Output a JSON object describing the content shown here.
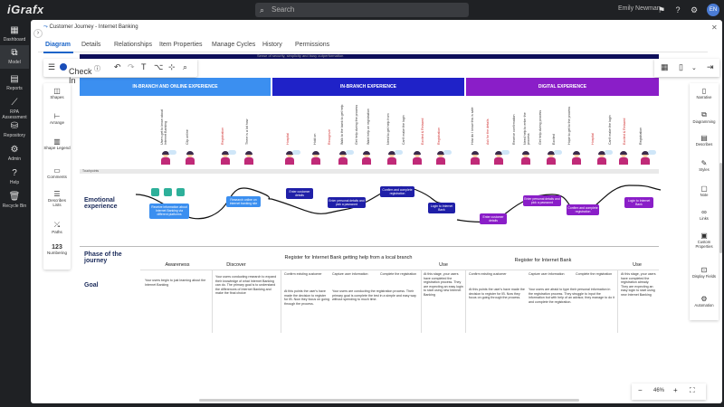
{
  "app": {
    "logo": "iGrafx",
    "search_placeholder": "Search",
    "user": "Emily Newman",
    "avatar": "EN"
  },
  "nav": [
    {
      "label": "Dashboard",
      "icon": "grid-icon"
    },
    {
      "label": "Model",
      "icon": "model-icon"
    },
    {
      "label": "Reports",
      "icon": "reports-icon"
    },
    {
      "label": "RPA Assessment",
      "icon": "rpa-icon"
    },
    {
      "label": "Repository",
      "icon": "repository-icon"
    },
    {
      "label": "Admin",
      "icon": "admin-icon"
    },
    {
      "label": "Help",
      "icon": "help-icon"
    },
    {
      "label": "Recycle Bin",
      "icon": "trash-icon"
    }
  ],
  "doc": {
    "title": "Customer Journey - Internet Banking"
  },
  "tabs": [
    "Diagram",
    "Details",
    "Relationships",
    "Item Properties",
    "Manage Cycles",
    "History",
    "Permissions"
  ],
  "toolbar": {
    "checkin": "Check In"
  },
  "left_panel": [
    "Shapes",
    "Arrange",
    "Shape Legend",
    "Comments",
    "Describes Lists",
    "Paths",
    "Numbering"
  ],
  "right_panel": [
    "Narrative",
    "Diagramming",
    "Describes",
    "Styles",
    "Note",
    "Links",
    "Custom Properties",
    "Display Fields",
    "Automation"
  ],
  "canvas": {
    "header_text": "Sense of security, simplicity and busy outperformation",
    "bands": [
      "IN-BRANCH AND ONLINE EXPERIENCE",
      "IN-BRANCH EXPERIENCE",
      "DIGITAL EXPERIENCE"
    ],
    "touchpoints_label": "Touchpoints",
    "emotional_label": "Emotional experience",
    "phase_label": "Phase of the journey",
    "goal_label": "Goal",
    "phases": [
      "Awareness",
      "Discover",
      "Register for Internet Bank getting help from a local branch",
      "Use",
      "Register for Internet Bank",
      "Use"
    ],
    "boxes": [
      "Receive information about Internet Banking via different platforms",
      "Research online on Internet banking site",
      "Enter customer details",
      "Enter personal details and pick a password",
      "Confirm and complete registration",
      "Login to Internet Bank",
      "Enter customer details",
      "Enter personal details and pick a password",
      "Confirm and complete registration",
      "Login to Internet Bank"
    ],
    "subphases": [
      "Confirm existing customer",
      "Capture user information",
      "Complete the registration",
      "Confirm existing customer",
      "Capture user information",
      "Complete the registration"
    ],
    "goals": [
      "Your users begin to just learning about the Internet Banking",
      "Your users conducting research to expand their knowledge of what Internet Banking can do. The primary goal is to understand the differences of Internet Banking and make the final choice",
      "At this points the user's have made the decision to register for IB. Now they focus on going through the process.",
      "Your users are conducting the registration process. Their primary goal is complete the test in a simple and easy way without spending to much time.",
      "At this stage, your users have completed the registration process. They are expecting an easy login to start using new Internet Banking",
      "At this points the user's have made the decision to register for IB. Now they focus on going through the process.",
      "Your users are afraid to type their personal information in the registration process. They struggle to input the information but with help of an advisor, they manage to do it and complete the registration.",
      "At this stage, your users have completed the registration already. They are expecting an easy login to start using new Internet Banking"
    ],
    "steps": [
      "Users get to know about Internet Banking",
      "Clip online",
      "Registration",
      "There is a lot how",
      "Hospital",
      "Hold on",
      "Recognize",
      "Walk to the bank to get help",
      "Get help during the process",
      "Want help on registration",
      "Need to get help from",
      "Can't make the login",
      "Excited & Relaxed",
      "Registration",
      "How do I know this is safe",
      "Ask for the details",
      "Receive confirmation",
      "Need help to enter the process",
      "Get help during process",
      "Excited",
      "Hope to get to the process",
      "Hospital",
      "Can't make the login",
      "Excited & Relaxed",
      "Registration"
    ]
  },
  "zoom": {
    "level": "46%"
  },
  "colors": {
    "band1": "#3b8ff0",
    "band2": "#1f22c8",
    "band3": "#8a1ec8",
    "box1": "#3b8ff0",
    "box2": "#1f1fa8",
    "box3": "#8a1ec8"
  }
}
